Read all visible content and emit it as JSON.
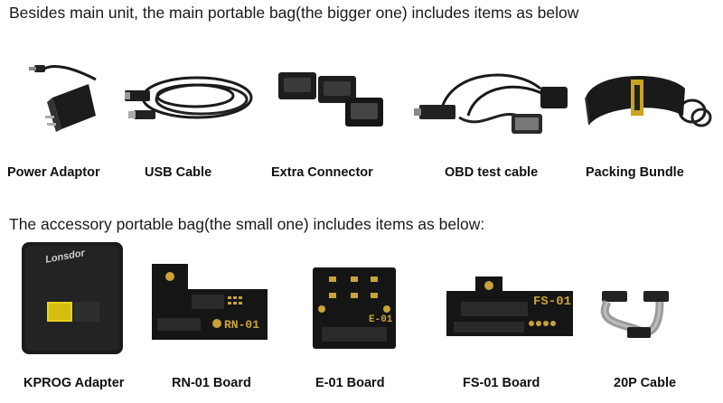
{
  "section1": {
    "heading": "Besides main unit, the main portable bag(the bigger one) includes items as below",
    "items": [
      {
        "label": "Power Adaptor",
        "icon": "power-adaptor-icon"
      },
      {
        "label": "USB Cable",
        "icon": "usb-cable-icon"
      },
      {
        "label": "Extra Connector",
        "icon": "extra-connector-icon"
      },
      {
        "label": "OBD test cable",
        "icon": "obd-test-cable-icon"
      },
      {
        "label": "Packing Bundle",
        "icon": "packing-bundle-icon"
      }
    ]
  },
  "section2": {
    "heading": "The accessory portable bag(the small one) includes items as below:",
    "items": [
      {
        "label": "KPROG Adapter",
        "icon": "kprog-adapter-icon",
        "logo_text": "Lonsdor"
      },
      {
        "label": "RN-01 Board",
        "icon": "rn01-board-icon",
        "board_text": "RN-01"
      },
      {
        "label": "E-01 Board",
        "icon": "e01-board-icon",
        "board_text": "E-01"
      },
      {
        "label": "FS-01 Board",
        "icon": "fs01-board-icon",
        "board_text": "FS-01"
      },
      {
        "label": "20P Cable",
        "icon": "ribbon-cable-icon"
      }
    ]
  },
  "colors": {
    "board_black": "#151515",
    "gold_pad": "#c9a338",
    "header_yellow": "#e8d21a",
    "cable_grey": "#9a9a9a"
  }
}
